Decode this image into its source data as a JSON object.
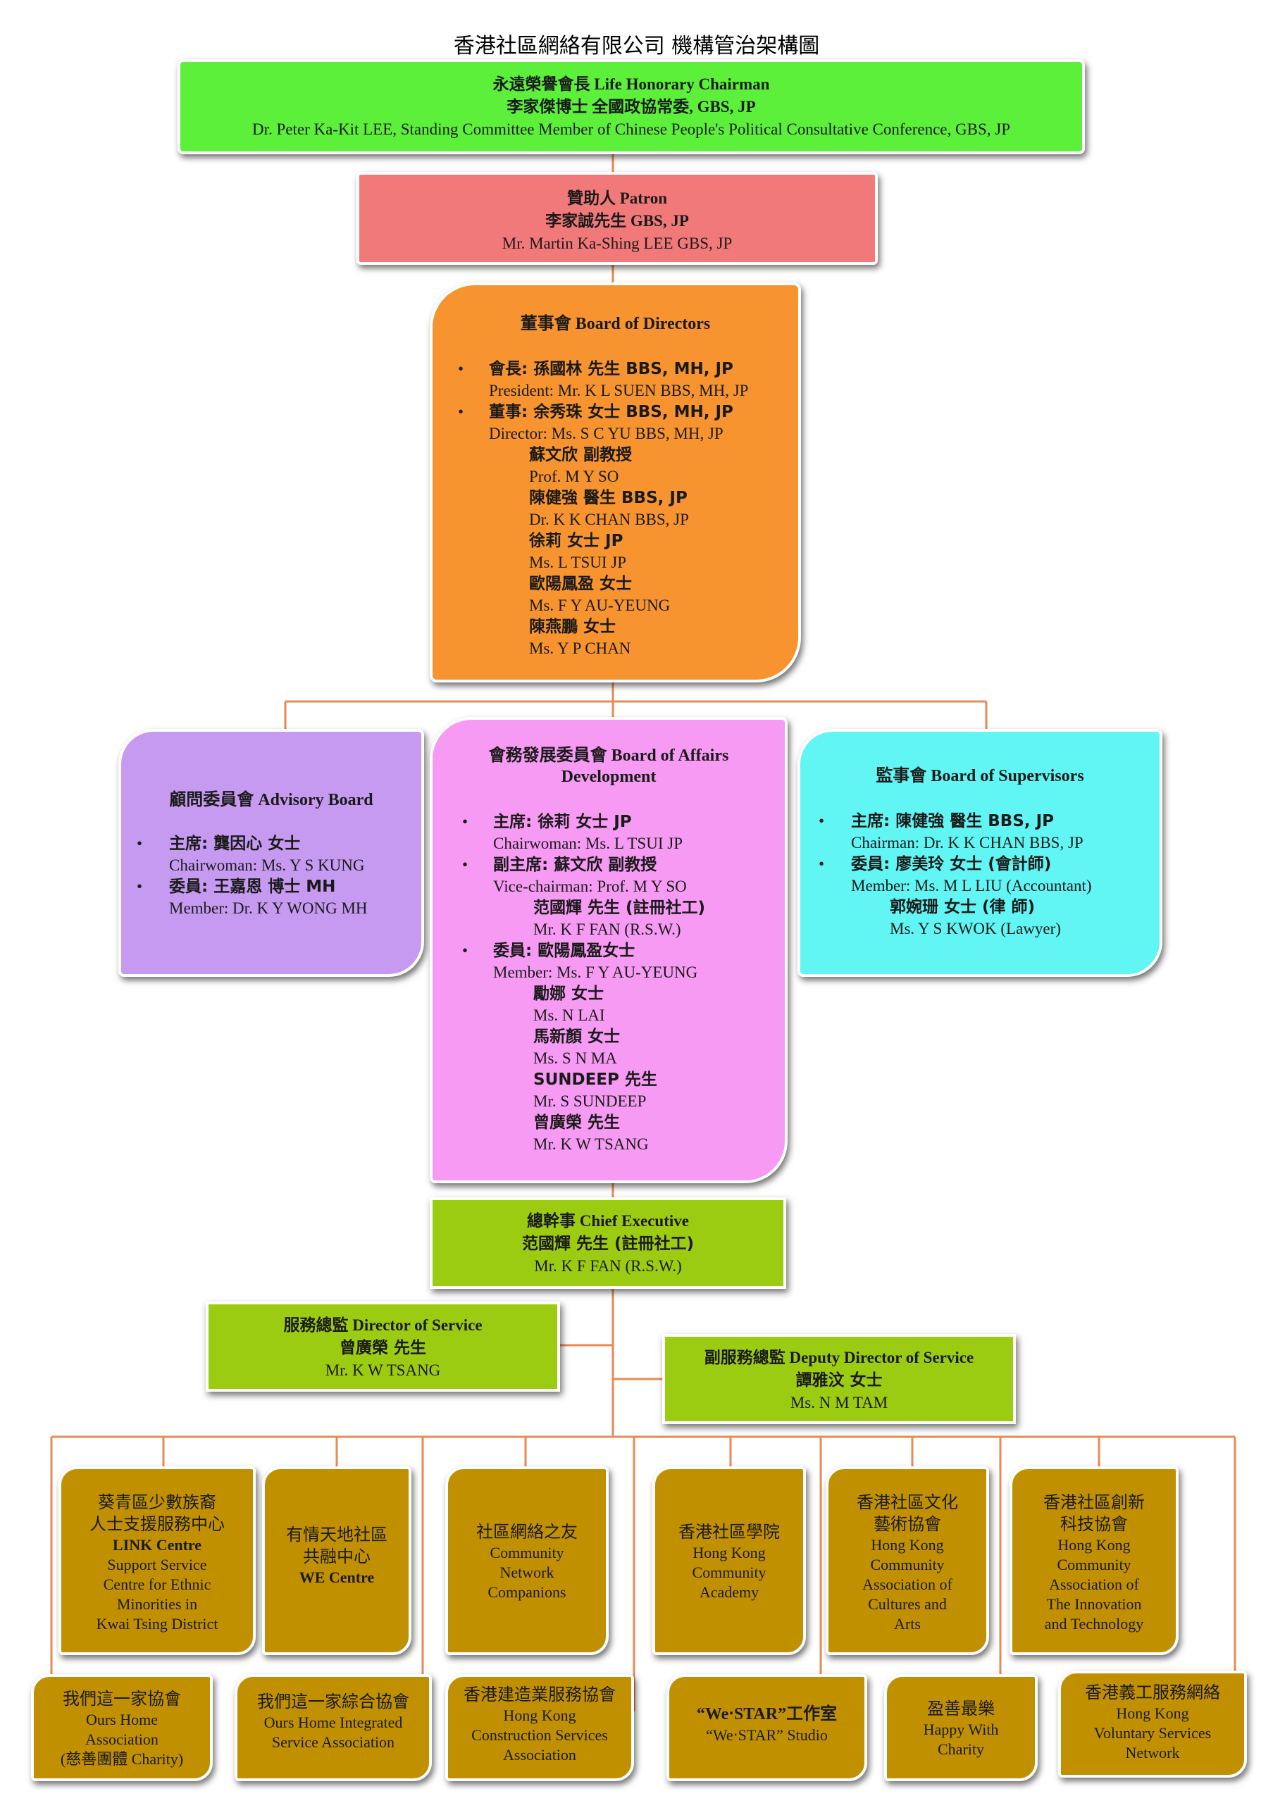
{
  "title": "香港社區網絡有限公司 機構管治架構圖",
  "colors": {
    "line": "#e78a54",
    "honorary": "#5cf03a",
    "patron": "#f2797a",
    "directors": "#f7942f",
    "advisory": "#c79af2",
    "affairs": "#f69af3",
    "supervisors": "#61f5f4",
    "executive": "#9ccc11",
    "units": "#c19000"
  },
  "honorary": {
    "line1": "永遠榮譽會長 Life Honorary Chairman",
    "line2": "李家傑博士 全國政協常委, GBS, JP",
    "line3": "Dr. Peter Ka-Kit LEE, Standing Committee Member of Chinese People's Political Consultative Conference, GBS, JP"
  },
  "patron": {
    "line1": "贊助人 Patron",
    "line2": "李家誠先生 GBS, JP",
    "line3": "Mr. Martin Ka-Shing LEE GBS, JP"
  },
  "directors": {
    "heading": "董事會 Board of Directors",
    "president_zh": "會長: 孫國林 先生 BBS, MH, JP",
    "president_en": "President: Mr. K L SUEN BBS, MH, JP",
    "director_zh": "董事: 余秀珠 女士 BBS, MH, JP",
    "director_en": "Director: Ms. S C YU BBS, MH, JP",
    "m1_zh": "蘇文欣 副教授",
    "m1_en": "Prof. M Y SO",
    "m2_zh": "陳健強 醫生 BBS, JP",
    "m2_en": "Dr. K K CHAN BBS, JP",
    "m3_zh": "徐莉 女士 JP",
    "m3_en": "Ms. L TSUI JP",
    "m4_zh": "歐陽鳳盈 女士",
    "m4_en": "Ms. F Y AU-YEUNG",
    "m5_zh": "陳燕鵬 女士",
    "m5_en": "Ms. Y P CHAN"
  },
  "advisory": {
    "heading": "顧問委員會 Advisory Board",
    "chair_zh": "主席: 龔因心 女士",
    "chair_en": "Chairwoman: Ms. Y S KUNG",
    "member_zh": "委員: 王嘉恩 博士 MH",
    "member_en": "Member: Dr. K Y WONG MH"
  },
  "affairs": {
    "heading1": "會務發展委員會 Board of Affairs",
    "heading2": "Development",
    "chair_zh": "主席: 徐莉 女士 JP",
    "chair_en": "Chairwoman: Ms. L TSUI JP",
    "vice_zh": "副主席: 蘇文欣 副教授",
    "vice_en": "Vice-chairman: Prof. M Y SO",
    "v2_zh": "范國輝 先生 (註冊社工)",
    "v2_en": "Mr. K F FAN (R.S.W.)",
    "member_zh": "委員: 歐陽鳳盈女士",
    "member_en": "Member: Ms. F Y AU-YEUNG",
    "m1_zh": "勵娜 女士",
    "m1_en": "Ms. N LAI",
    "m2_zh": "馬新顏 女士",
    "m2_en": "Ms. S N MA",
    "m3_zh": "SUNDEEP 先生",
    "m3_en": "Mr. S SUNDEEP",
    "m4_zh": "曾廣榮 先生",
    "m4_en": "Mr. K W TSANG"
  },
  "supervisors": {
    "heading": "監事會 Board of Supervisors",
    "chair_zh": "主席: 陳健強 醫生 BBS, JP",
    "chair_en": "Chairman: Dr. K K CHAN BBS, JP",
    "member_zh": "委員: 廖美玲 女士 (會計師)",
    "member_en": "Member: Ms. M L LIU (Accountant)",
    "m2_zh": "郭婉珊 女士 (律 師)",
    "m2_en": "Ms. Y S KWOK (Lawyer)"
  },
  "executive": {
    "line1": "總幹事 Chief Executive",
    "line2": "范國輝 先生 (註冊社工)",
    "line3": "Mr. K F FAN (R.S.W.)"
  },
  "service_director": {
    "line1": "服務總監 Director of Service",
    "line2": "曾廣榮 先生",
    "line3": "Mr. K W TSANG"
  },
  "deputy_director": {
    "line1": "副服務總監 Deputy Director of Service",
    "line2": "譚雅汶 女士",
    "line3": "Ms. N M TAM"
  },
  "units_top": [
    [
      "葵青區少數族裔",
      "人士支援服務中心",
      "LINK Centre",
      "Support Service",
      "Centre for Ethnic",
      "Minorities in",
      "Kwai Tsing District"
    ],
    [
      "有情天地社區",
      "共融中心",
      "WE Centre"
    ],
    [
      "社區網絡之友",
      "Community",
      "Network",
      "Companions"
    ],
    [
      "香港社區學院",
      "Hong Kong",
      "Community",
      "Academy"
    ],
    [
      "香港社區文化",
      "藝術協會",
      "Hong Kong",
      "Community",
      "Association of",
      "Cultures and",
      "Arts"
    ],
    [
      "香港社區創新",
      "科技協會",
      "Hong Kong",
      "Community",
      "Association of",
      "The Innovation",
      "and Technology"
    ]
  ],
  "units_bottom": [
    [
      "我們這一家協會",
      "Ours Home",
      "Association",
      "(慈善團體 Charity)"
    ],
    [
      "我們這一家綜合協會",
      "Ours Home Integrated",
      "Service Association"
    ],
    [
      "香港建造業服務協會",
      "Hong Kong",
      "Construction Services",
      "Association"
    ],
    [
      "“We‧STAR”工作室",
      "“We‧STAR” Studio"
    ],
    [
      "盈善最樂",
      "Happy With",
      "Charity"
    ],
    [
      "香港義工服務網絡",
      "Hong Kong",
      "Voluntary Services",
      "Network"
    ]
  ]
}
